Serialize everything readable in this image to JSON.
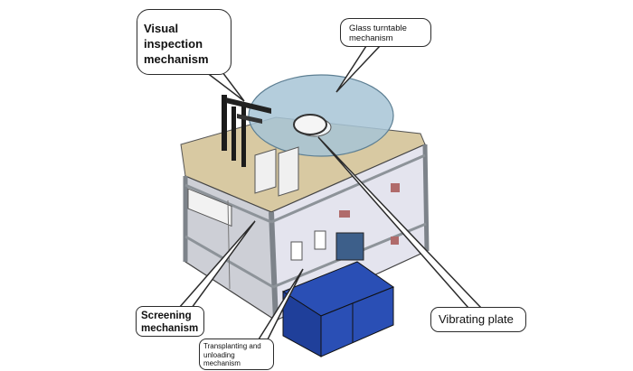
{
  "labels": {
    "visual_inspection": "Visual inspection mechanism",
    "glass_turntable": "Glass turntable mechanism",
    "screening": "Screening mechanism",
    "transplanting": "Transplanting and unloading mechanism",
    "vibrating_plate": "Vibrating plate"
  },
  "colors": {
    "frame": "#9aa0a6",
    "panel": "#e4e4ee",
    "turntable": "#a7c4d6",
    "top_plate": "#d8c9a2",
    "bin": "#1f3f9a",
    "outline": "#2b2b2b"
  }
}
